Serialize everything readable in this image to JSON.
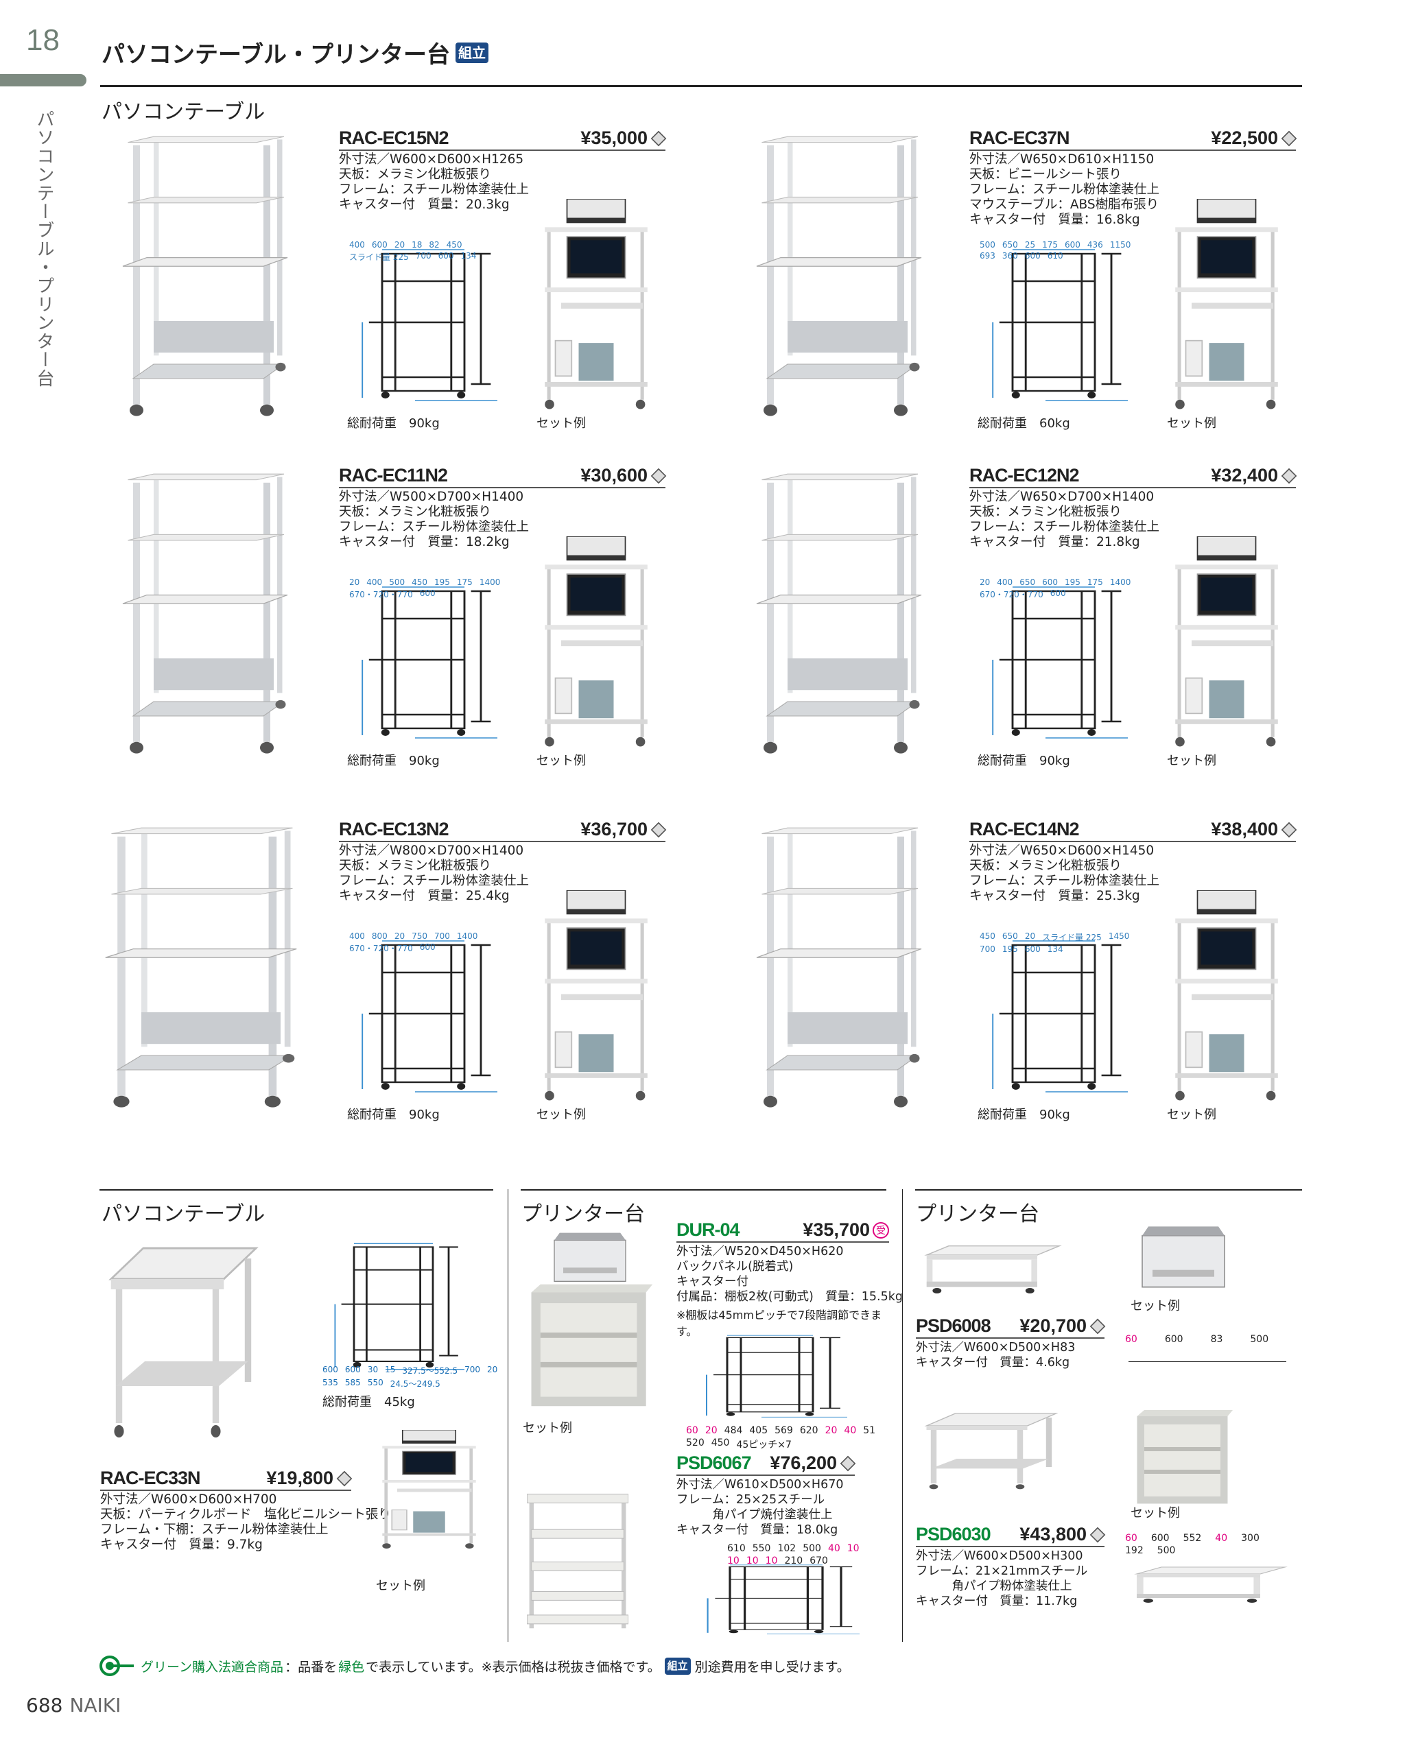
{
  "header": {
    "page_number": "18",
    "title": "パソコンテーブル・プリンター台",
    "badge": "組立",
    "side_label": "パソコンテーブル・プリンター台"
  },
  "section_top": "パソコンテーブル",
  "products": [
    {
      "model": "RAC-EC15N2",
      "price": "¥35,000",
      "mark": "◇",
      "specs": [
        "外寸法／W600×D600×H1265",
        "天板：メラミン化粧板張り",
        "フレーム：スチール粉体塗装仕上",
        "キャスター付　質量：20.3kg"
      ],
      "load": "総耐荷重　90kg",
      "set": "セット例",
      "dims": [
        "400",
        "600",
        "20",
        "18",
        "82",
        "450",
        "スライド量 225",
        "700",
        "600",
        "134"
      ]
    },
    {
      "model": "RAC-EC37N",
      "price": "¥22,500",
      "mark": "◇",
      "specs": [
        "外寸法／W650×D610×H1150",
        "天板：ビニールシート張り",
        "フレーム：スチール粉体塗装仕上",
        "マウステーブル：ABS樹脂布張り",
        "キャスター付　質量：16.8kg"
      ],
      "load": "総耐荷重　60kg",
      "set": "セット例",
      "dims": [
        "500",
        "650",
        "25",
        "175",
        "600",
        "436",
        "1150",
        "693",
        "360",
        "600",
        "610"
      ]
    },
    {
      "model": "RAC-EC11N2",
      "price": "¥30,600",
      "mark": "◇",
      "specs": [
        "外寸法／W500×D700×H1400",
        "天板：メラミン化粧板張り",
        "フレーム：スチール粉体塗装仕上",
        "キャスター付　質量：18.2kg"
      ],
      "load": "総耐荷重　90kg",
      "set": "セット例",
      "dims": [
        "20",
        "400",
        "500",
        "450",
        "195",
        "175",
        "1400",
        "670・720・770",
        "600"
      ]
    },
    {
      "model": "RAC-EC12N2",
      "price": "¥32,400",
      "mark": "◇",
      "specs": [
        "外寸法／W650×D700×H1400",
        "天板：メラミン化粧板張り",
        "フレーム：スチール粉体塗装仕上",
        "キャスター付　質量：21.8kg"
      ],
      "load": "総耐荷重　90kg",
      "set": "セット例",
      "dims": [
        "20",
        "400",
        "650",
        "600",
        "195",
        "175",
        "1400",
        "670・720・770",
        "600"
      ]
    },
    {
      "model": "RAC-EC13N2",
      "price": "¥36,700",
      "mark": "◇",
      "specs": [
        "外寸法／W800×D700×H1400",
        "天板：メラミン化粧板張り",
        "フレーム：スチール粉体塗装仕上",
        "キャスター付　質量：25.4kg"
      ],
      "load": "総耐荷重　90kg",
      "set": "セット例",
      "dims": [
        "400",
        "800",
        "20",
        "750",
        "700",
        "1400",
        "670・720・770",
        "600"
      ]
    },
    {
      "model": "RAC-EC14N2",
      "price": "¥38,400",
      "mark": "◇",
      "specs": [
        "外寸法／W650×D600×H1450",
        "天板：メラミン化粧板張り",
        "フレーム：スチール粉体塗装仕上",
        "キャスター付　質量：25.3kg"
      ],
      "load": "総耐荷重　90kg",
      "set": "セット例",
      "dims": [
        "450",
        "650",
        "20",
        "スライド量 225",
        "1450",
        "700",
        "195",
        "600",
        "134"
      ]
    }
  ],
  "bottom": {
    "left": {
      "section": "パソコンテーブル",
      "model": "RAC-EC33N",
      "price": "¥19,800",
      "mark": "◇",
      "specs": [
        "外寸法／W600×D600×H700",
        "天板：パーティクルボード　塩化ビニルシート張り",
        "フレーム・下棚：スチール粉体塗装仕上",
        "キャスター付　質量：9.7kg"
      ],
      "load": "総耐荷重　45kg",
      "set": "セット例",
      "dims": [
        "600",
        "600",
        "30",
        "15",
        "327.5〜552.5",
        "700",
        "20",
        "535",
        "585",
        "550",
        "24.5〜249.5"
      ]
    },
    "middle": {
      "section": "プリンター台",
      "set": "セット例",
      "dur": {
        "model": "DUR-04",
        "price": "¥35,700",
        "mark": "受",
        "specs": [
          "外寸法／W520×D450×H620",
          "バックパネル(脱着式)",
          "キャスター付",
          "付属品：棚板2枚(可動式)　質量：15.5kg"
        ],
        "note": "※棚板は45mmピッチで7段階調節できます。",
        "dims": [
          "60",
          "20",
          "484",
          "405",
          "569",
          "620",
          "20",
          "40",
          "51",
          "520",
          "450",
          "45ピッチ×7"
        ]
      },
      "psd6067": {
        "model": "PSD6067",
        "price": "¥76,200",
        "mark": "◇",
        "specs": [
          "外寸法／W610×D500×H670",
          "フレーム：25×25スチール",
          "　　　角パイプ焼付塗装仕上",
          "キャスター付　質量：18.0kg"
        ],
        "dims": [
          "610",
          "550",
          "102",
          "500",
          "40",
          "10",
          "10",
          "10",
          "10",
          "210",
          "670"
        ]
      }
    },
    "right": {
      "section": "プリンター台",
      "psd6008": {
        "model": "PSD6008",
        "price": "¥20,700",
        "mark": "◇",
        "specs": [
          "外寸法／W600×D500×H83",
          "キャスター付　質量：4.6kg"
        ],
        "set": "セット例",
        "dims": [
          "60",
          "600",
          "83",
          "500"
        ]
      },
      "psd6030": {
        "model": "PSD6030",
        "price": "¥43,800",
        "mark": "◇",
        "specs": [
          "外寸法／W600×D500×H300",
          "フレーム：21×21mmスチール",
          "　　　角パイプ粉体塗装仕上",
          "キャスター付　質量：11.7kg"
        ],
        "set": "セット例",
        "dims": [
          "60",
          "600",
          "552",
          "40",
          "300",
          "192",
          "500"
        ]
      }
    }
  },
  "footer": {
    "green_label": "グリーン購入法適合商品",
    "text1": "：品番を",
    "green_word": "緑色",
    "text2": "で表示しています。※表示価格は税抜き価格です。",
    "badge": "組立",
    "text3": "別途費用を申し受けます。",
    "page": "688",
    "brand": "NAIKI"
  },
  "colors": {
    "green": "#0a8a3a",
    "badge": "#1d4a86",
    "accent_pink": "#e0007f",
    "tab": "#7d8a80"
  }
}
